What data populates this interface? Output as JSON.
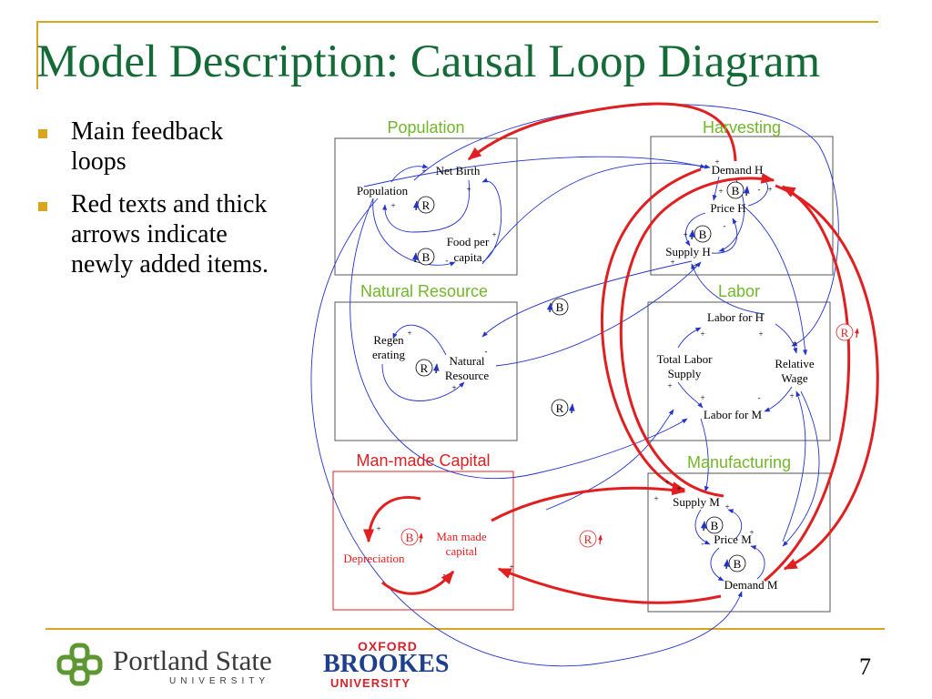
{
  "slide": {
    "title": "Model Description: Causal Loop Diagram",
    "bullets": [
      "Main feedback loops",
      "Red texts and thick arrows indicate newly added items."
    ],
    "page_number": "7",
    "logos": {
      "psu_name": "Portland State",
      "psu_sub": "UNIVERSITY",
      "brookes_line1": "OXFORD",
      "brookes_line2": "BROOKES",
      "brookes_line3": "UNIVERSITY"
    }
  },
  "colors": {
    "title": "#156b37",
    "section_label": "#72b62a",
    "added": "#e02020",
    "arrow": "#2233cc",
    "accent_gold": "#d8a520"
  },
  "diagram": {
    "sections": {
      "population": "Population",
      "harvesting": "Harvesting",
      "natural_resource": "Natural Resource",
      "labor": "Labor",
      "man_made_capital": "Man-made Capital",
      "manufacturing": "Manufacturing"
    },
    "variables": {
      "net_birth": "Net Birth",
      "population": "Population",
      "food_per": "Food per",
      "capita": "capita",
      "demand_h": "Demand H",
      "price_h": "Price H",
      "supply_h": "Supply H",
      "regen": "Regen",
      "erating": "erating",
      "natural": "Natural",
      "resource": "Resource",
      "labor_for_h": "Labor for H",
      "total_labor": "Total Labor",
      "supply": "Supply",
      "relative": "Relative",
      "wage": "Wage",
      "labor_for_m": "Labor for M",
      "depreciation": "Depreciation",
      "man_made": "Man made",
      "capital": "capital",
      "supply_m": "Supply M",
      "price_m": "Price M",
      "demand_m": "Demand M"
    },
    "loop_markers": {
      "reinforcing": "R",
      "balancing": "B"
    },
    "polarity": {
      "positive": "+",
      "negative": "-"
    }
  }
}
